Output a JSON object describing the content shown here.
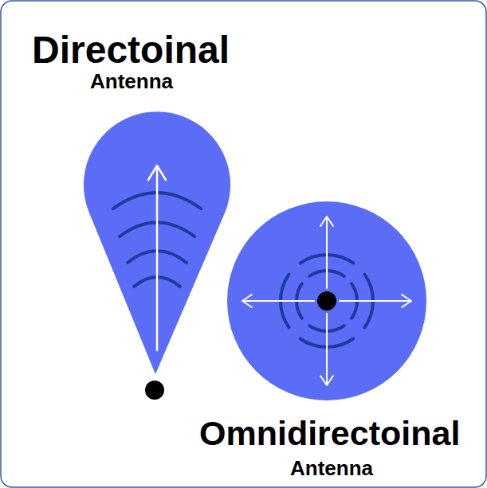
{
  "diagram": {
    "labels": [
      "Directoinal",
      "Antenna",
      "Omnidirectoinal",
      "Antenna"
    ]
  }
}
